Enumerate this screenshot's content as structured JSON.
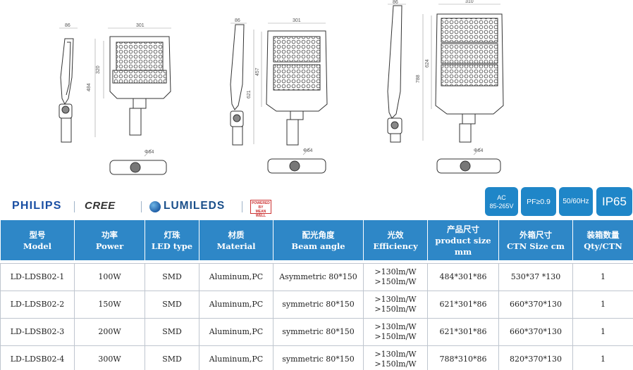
{
  "drawings": {
    "small": {
      "width_dim": "301",
      "depth_dim": "86",
      "height_dim": "484",
      "inner_dim": "320",
      "pole_dim": "Φ64"
    },
    "medium": {
      "width_dim": "301",
      "depth_dim": "86",
      "height_dim": "621",
      "inner_dim": "457",
      "pole_dim": "Φ64"
    },
    "large": {
      "width_dim": "310",
      "depth_dim": "86",
      "height_dim": "788",
      "inner_dim": "624",
      "pole_dim": "Φ64"
    }
  },
  "brands": {
    "philips": "PHILIPS",
    "cree": "CREE",
    "lumileds": "LUMILEDS",
    "meanwell": "POWERED BY MEAN WELL"
  },
  "badges": {
    "ac_line1": "AC",
    "ac_line2": "85-265V",
    "pf": "PF≥0.9",
    "hz": "50/60Hz",
    "ip": "IP65"
  },
  "table": {
    "headers": [
      {
        "cn": "型号",
        "en": "Model"
      },
      {
        "cn": "功率",
        "en": "Power"
      },
      {
        "cn": "灯珠",
        "en": "LED type"
      },
      {
        "cn": "材质",
        "en": "Material"
      },
      {
        "cn": "配光角度",
        "en": "Beam angle"
      },
      {
        "cn": "光效",
        "en": "Efficiency"
      },
      {
        "cn": "产品尺寸",
        "en": "product size mm"
      },
      {
        "cn": "外箱尺寸",
        "en": "CTN Size cm"
      },
      {
        "cn": "装箱数量",
        "en": "Qty/CTN"
      }
    ],
    "rows": [
      {
        "model": "LD-LDSB02-1",
        "power": "100W",
        "led": "SMD",
        "material": "Aluminum,PC",
        "beam": "Asymmetric 80*150",
        "eff1": ">130lm/W",
        "eff2": ">150lm/W",
        "size": "484*301*86",
        "ctn": "530*37 *130",
        "qty": "1"
      },
      {
        "model": "LD-LDSB02-2",
        "power": "150W",
        "led": "SMD",
        "material": "Aluminum,PC",
        "beam": "symmetric 80*150",
        "eff1": ">130lm/W",
        "eff2": ">150lm/W",
        "size": "621*301*86",
        "ctn": "660*370*130",
        "qty": "1"
      },
      {
        "model": "LD-LDSB02-3",
        "power": "200W",
        "led": "SMD",
        "material": "Aluminum,PC",
        "beam": "symmetric 80*150",
        "eff1": ">130lm/W",
        "eff2": ">150lm/W",
        "size": "621*301*86",
        "ctn": "660*370*130",
        "qty": "1"
      },
      {
        "model": "LD-LDSB02-4",
        "power": "300W",
        "led": "SMD",
        "material": "Aluminum,PC",
        "beam": "symmetric 80*150",
        "eff1": ">130lm/W",
        "eff2": ">150lm/W",
        "size": "788*310*86",
        "ctn": "820*370*130",
        "qty": "1"
      }
    ]
  }
}
